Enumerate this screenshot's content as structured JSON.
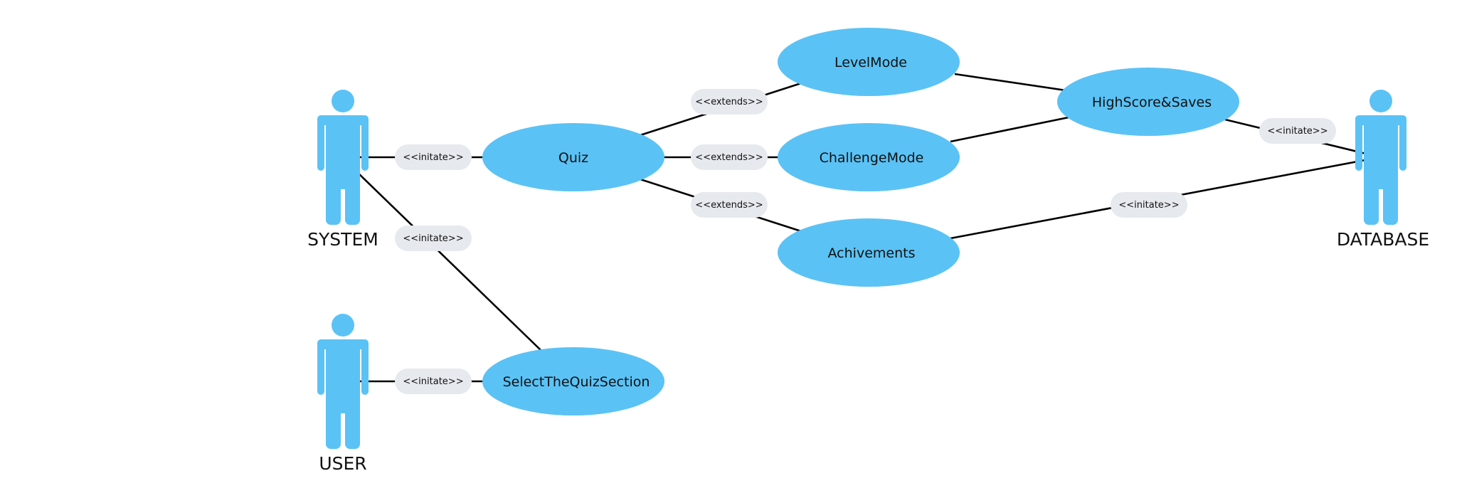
{
  "colors": {
    "use_case_fill": "#5bc2f5",
    "actor_fill": "#5bc2f5",
    "label_pill": "#e6e9ee",
    "edge": "#000000",
    "background": "#ffffff"
  },
  "actors": {
    "system": "SYSTEM",
    "user": "USER",
    "database": "DATABASE"
  },
  "use_cases": {
    "quiz": "Quiz",
    "level_mode": "LevelMode",
    "challenge_mode": "ChallengeMode",
    "achievements": "Achivements",
    "highscore_saves": "HighScore&Saves",
    "select_section": "SelectTheQuizSection"
  },
  "relationships": {
    "system_quiz": "<<initate>>",
    "system_select": "<<initate>>",
    "user_select": "<<initate>>",
    "quiz_level": "<<extends>>",
    "quiz_challenge": "<<extends>>",
    "quiz_achievements": "<<extends>>",
    "highscore_database": "<<initate>>",
    "achievements_database": "<<initate>>"
  }
}
